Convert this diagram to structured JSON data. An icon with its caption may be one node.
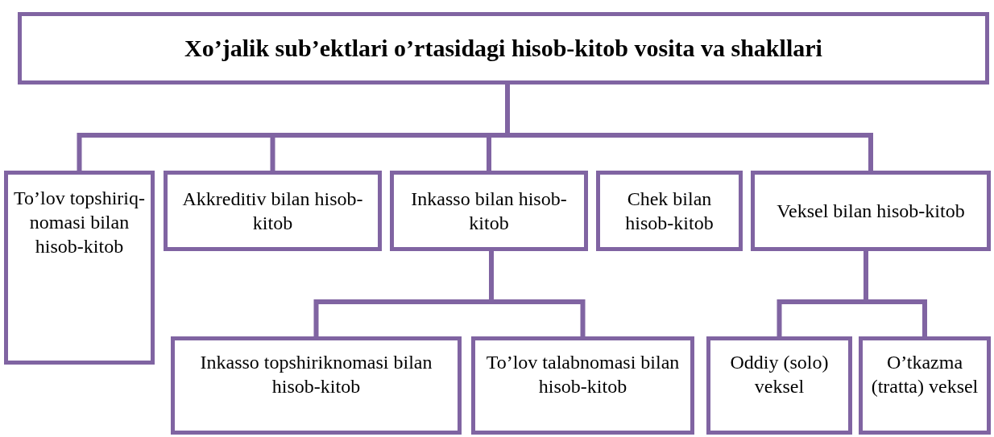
{
  "diagram": {
    "nodes": [
      {
        "text": [
          "Xo’jalik sub’ektlari o’rtasidagi hisob-kitob vosita va shakllari"
        ]
      },
      {
        "text": [
          "To’lov topshiriq-nomasi bilan hisob-kitob"
        ]
      },
      {
        "text": [
          "Akkreditiv bilan hisob-kitob"
        ]
      },
      {
        "text": [
          "Inkasso bilan hisob-kitob"
        ]
      },
      {
        "text": [
          "Chek bilan hisob-kitob"
        ]
      },
      {
        "text": [
          "Veksel bilan hisob-kitob"
        ]
      },
      {
        "text": [
          "Inkasso topshiriknomasi bilan hisob-kitob"
        ]
      },
      {
        "text": [
          "To’lov talabnomasi bilan hisob-kitob"
        ]
      },
      {
        "text": [
          "Oddiy (solo) veksel"
        ]
      },
      {
        "text": [
          "O’tkazma (tratta) veksel"
        ]
      }
    ],
    "edges": [
      {
        "from": 0,
        "to": 1,
        "arrow": "none"
      },
      {
        "from": 0,
        "to": 2,
        "arrow": "none"
      },
      {
        "from": 0,
        "to": 3,
        "arrow": "none"
      },
      {
        "from": 0,
        "to": 5,
        "arrow": "none"
      },
      {
        "from": 3,
        "to": 6,
        "arrow": "none"
      },
      {
        "from": 3,
        "to": 7,
        "arrow": "none"
      },
      {
        "from": 5,
        "to": 8,
        "arrow": "none"
      },
      {
        "from": 5,
        "to": 9,
        "arrow": "none"
      }
    ]
  }
}
